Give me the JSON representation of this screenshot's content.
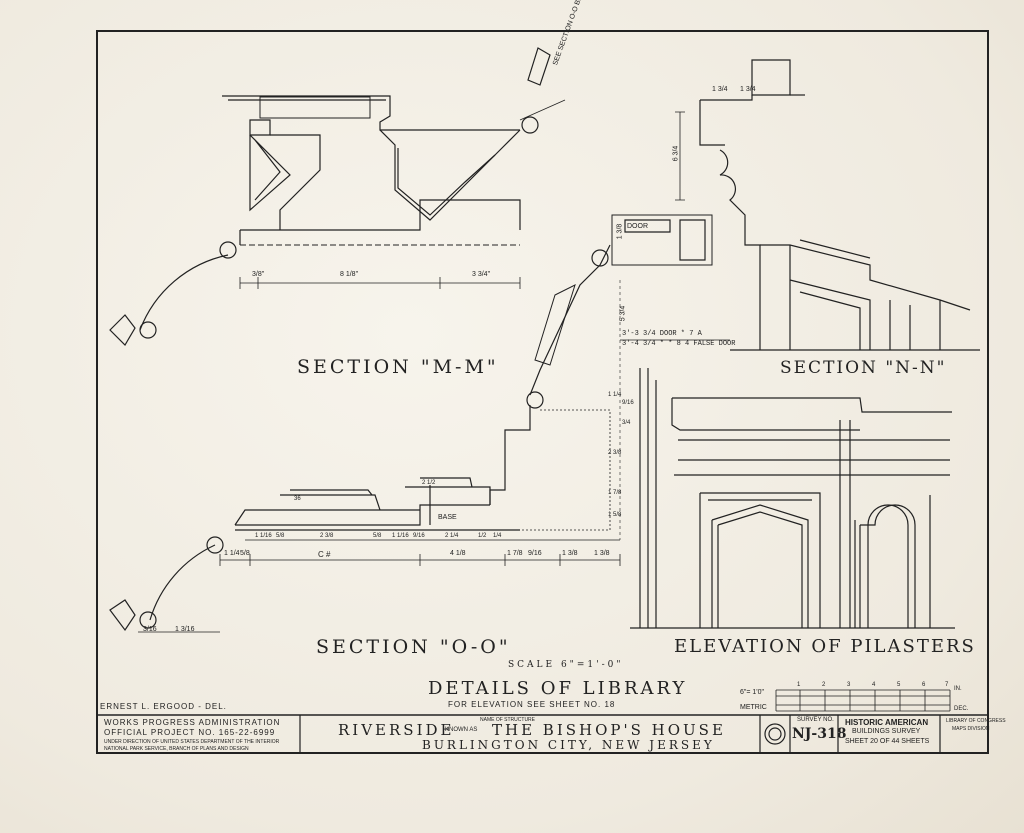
{
  "sheet": {
    "title": "DETAILS OF LIBRARY",
    "subtitle": "FOR ELEVATION SEE SHEET NO. 18",
    "scale": "SCALE 6\"=1'-0\"",
    "delineator": "ERNEST L. ERGOOD - DEL."
  },
  "labels": {
    "section_mm": "SECTION \"M-M\"",
    "section_nn": "SECTION \"N-N\"",
    "section_oo": "SECTION \"O-O\"",
    "elevation": "ELEVATION OF PILASTERS",
    "see_section": "SEE SECTION",
    "see_section_ref": "O-O BELOW",
    "base": "BASE",
    "door": "DOOR"
  },
  "dims": {
    "mm": [
      "3/8\"",
      "8 1/8\"",
      "3 3/4\""
    ],
    "oo_top": [
      "1 1/16",
      "5/8",
      "2 3/8",
      "5/8",
      "1 1/16",
      "9/16",
      "2 1/4",
      "1/2",
      "1/4"
    ],
    "oo_bottom": [
      "1 1/4",
      "5/8",
      "C #",
      "4 1/8",
      "1 7/8",
      "9/16",
      "1 3/8",
      "1 3/8"
    ],
    "oo_base": [
      "3/16",
      "1 3/16"
    ],
    "oo_vert": [
      "1 1/4",
      "2 3/8",
      "1 7/8",
      "1 5/8",
      "9/16",
      "3/4"
    ],
    "nn_vert": [
      "6 3/4",
      "1 3/8",
      "5 3/4"
    ],
    "nn_top": [
      "1 3/4",
      "1 3/4"
    ],
    "nn_note1": "3'-3 3/4 DOOR * 7 A",
    "nn_note2": "3'-4 3/4 * * 8 4 FALSE DOOR",
    "small": [
      "36",
      "2 1/2"
    ]
  },
  "scalebar": {
    "imperial_label": "6\"= 1'0\"",
    "metric_label": "METRIC",
    "imperial_unit": "IN.",
    "metric_unit": "DEC.",
    "ticks": [
      "1",
      "2",
      "3",
      "4",
      "5",
      "6",
      "7"
    ]
  },
  "titleblock": {
    "agency_line1": "WORKS PROGRESS ADMINISTRATION",
    "agency_line2": "OFFICIAL PROJECT NO. 165-22-6999",
    "agency_line3": "UNDER DIRECTION OF UNITED STATES DEPARTMENT OF THE INTERIOR",
    "agency_line4": "NATIONAL PARK SERVICE, BRANCH OF PLANS AND DESIGN",
    "name_of_structure": "NAME OF STRUCTURE",
    "structure": "RIVERSIDE",
    "known_as": "KNOWN AS",
    "structure_alt": "THE BISHOP'S HOUSE",
    "location": "BURLINGTON CITY, NEW JERSEY",
    "survey_label": "SURVEY NO.",
    "survey_no": "NJ-318",
    "habs_line1": "HISTORIC AMERICAN",
    "habs_line2": "BUILDINGS SURVEY",
    "sheet_of": "SHEET 20 OF 44 SHEETS",
    "library_line1": "LIBRARY OF CONGRESS",
    "library_line2": "MAPS DIVISION"
  },
  "colors": {
    "paper": "#f3efe6",
    "ink": "#222222"
  }
}
